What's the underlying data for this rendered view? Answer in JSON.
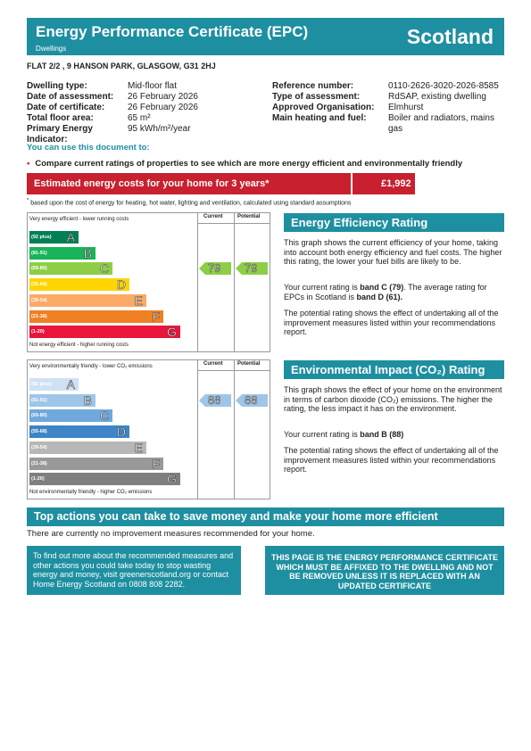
{
  "header": {
    "title": "Energy Performance Certificate (EPC)",
    "subtitle": "Dwellings",
    "region": "Scotland"
  },
  "address": "FLAT 2/2 , 9 HANSON PARK, GLASGOW, G31 2HJ",
  "details_left": [
    {
      "k": "Dwelling type:",
      "v": "Mid-floor flat"
    },
    {
      "k": "Date of assessment:",
      "v": "26 February 2026"
    },
    {
      "k": "Date of certificate:",
      "v": "26 February 2026"
    },
    {
      "k": "Total floor area:",
      "v": "65 m²"
    },
    {
      "k": "Primary Energy Indicator:",
      "v": "95 kWh/m²/year"
    }
  ],
  "details_right": [
    {
      "k": "Reference number:",
      "v": "0110-2626-3020-2026-8585"
    },
    {
      "k": "Type of assessment:",
      "v": "RdSAP, existing dwelling"
    },
    {
      "k": "Approved Organisation:",
      "v": "Elmhurst"
    },
    {
      "k": "Main heating and fuel:",
      "v": "Boiler and radiators, mains gas"
    }
  ],
  "use_heading": "You can use this document to:",
  "bullet": "Compare current ratings of properties to see which are more energy efficient and environmentally friendly",
  "cost": {
    "label": "Estimated energy costs for your home for 3 years*",
    "value": "£1,992"
  },
  "cost_note": "based upon the cost of energy for heating, hot water, lighting and ventilation, calculated using standard assumptions",
  "cost_note_mark": "*",
  "col_current": "Current",
  "col_potential": "Potential",
  "eer": {
    "top": "Very energy efficient - lower running costs",
    "bottom": "Not energy efficient - higher running costs",
    "current": 79,
    "potential": 79,
    "bands": [
      {
        "range": "(92 plus)",
        "letter": "A",
        "color": "#008054"
      },
      {
        "range": "(81-91)",
        "letter": "B",
        "color": "#19b459"
      },
      {
        "range": "(69-80)",
        "letter": "C",
        "color": "#8dce46"
      },
      {
        "range": "(55-68)",
        "letter": "D",
        "color": "#ffd500"
      },
      {
        "range": "(39-54)",
        "letter": "E",
        "color": "#fcaa65"
      },
      {
        "range": "(21-38)",
        "letter": "F",
        "color": "#ef8023"
      },
      {
        "range": "(1-20)",
        "letter": "G",
        "color": "#e9153b"
      }
    ]
  },
  "eir": {
    "top": "Very environmentally friendly - lower CO₂ emissions",
    "bottom": "Not environmentally friendly - higher CO₂ emissions",
    "current": 88,
    "potential": 88,
    "bands": [
      {
        "range": "(92 plus)",
        "letter": "A",
        "color": "#cfe2f3"
      },
      {
        "range": "(81-91)",
        "letter": "B",
        "color": "#9fc5e8"
      },
      {
        "range": "(69-80)",
        "letter": "C",
        "color": "#6fa8dc"
      },
      {
        "range": "(55-68)",
        "letter": "D",
        "color": "#3d85c6"
      },
      {
        "range": "(39-54)",
        "letter": "E",
        "color": "#b7b7b7"
      },
      {
        "range": "(21-38)",
        "letter": "F",
        "color": "#999999"
      },
      {
        "range": "(1-20)",
        "letter": "G",
        "color": "#7f7f7f"
      }
    ]
  },
  "eer_section": {
    "title": "Energy Efficiency Rating",
    "p1": "This graph shows the current efficiency of your home, taking into account both energy efficiency and fuel costs. The higher this rating, the lower your fuel bills are likely to be.",
    "p2a": "Your current rating is ",
    "p2b": "band C (79)",
    "p2c": ". The average rating for EPCs in Scotland is ",
    "p2d": "band D (61).",
    "p3": "The potential rating shows the effect of undertaking all of the improvement measures listed within your recommendations report."
  },
  "eir_section": {
    "title": "Environmental Impact (CO₂) Rating",
    "p1": "This graph shows the effect of your home on the environment in terms of carbon dioxide (CO₂) emissions. The higher the rating, the less impact it has on the environment.",
    "p2a": "Your current rating is ",
    "p2b": "band B (88)",
    "p3": "The potential rating shows the effect of undertaking all of the improvement measures listed within your recommendations report."
  },
  "top_actions": {
    "title": "Top actions you can take to save money and make your home more efficient",
    "note": "There are currently no improvement measures recommended for your home."
  },
  "info_box": "To find out more about the recommended measures and other actions you could take today to stop wasting energy and money, visit greenerscotland.org or contact Home Energy Scotland on 0808 808 2282.",
  "notice_box": "THIS PAGE IS THE ENERGY PERFORMANCE CERTIFICATE WHICH MUST BE AFFIXED TO THE DWELLING AND NOT BE REMOVED UNLESS IT IS REPLACED WITH AN UPDATED CERTIFICATE"
}
